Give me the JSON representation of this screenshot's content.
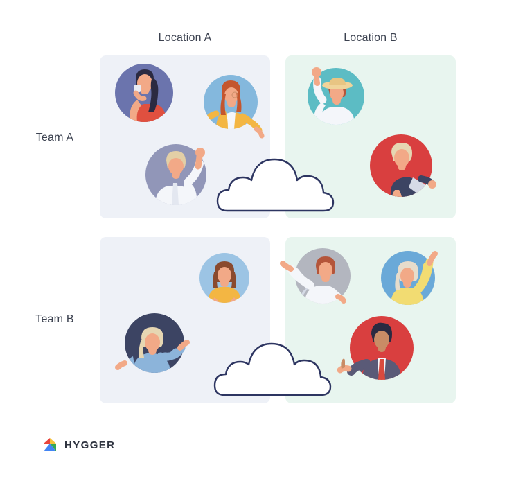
{
  "matrix": {
    "columns": [
      {
        "id": "location-a",
        "label": "Location A"
      },
      {
        "id": "location-b",
        "label": "Location B"
      }
    ],
    "rows": [
      {
        "id": "team-a",
        "label": "Team A"
      },
      {
        "id": "team-b",
        "label": "Team B"
      }
    ],
    "cells": [
      {
        "id": "team-a-location-a",
        "row": "Team A",
        "column": "Location A",
        "background": "#eef1f7",
        "avatars": [
          {
            "name": "woman-with-cup-avatar",
            "circle": "#6b74ad",
            "shirt": "#e0503f",
            "hair": "#2b2a41",
            "skin": "#f2a987"
          },
          {
            "name": "woman-yellow-cardigan-avatar",
            "circle": "#84b8dd",
            "shirt": "#f3b643",
            "hair": "#c4562e",
            "skin": "#f2a987"
          },
          {
            "name": "man-waving-white-shirt-avatar",
            "circle": "#9196b8",
            "shirt": "#eef1f7",
            "hair": "#e3cfa6",
            "skin": "#f2a987"
          }
        ]
      },
      {
        "id": "team-a-location-b",
        "row": "Team A",
        "column": "Location B",
        "background": "#e8f5ef",
        "avatars": [
          {
            "name": "woman-straw-hat-waving-avatar",
            "circle": "#5cbcc4",
            "shirt": "#f4f6fa",
            "hair": "#b4553a",
            "skin": "#f2a987"
          },
          {
            "name": "person-navy-shirt-avatar",
            "circle": "#d93f3f",
            "shirt": "#3c4463",
            "hair": "#e6d6b2",
            "skin": "#f2a987"
          }
        ]
      },
      {
        "id": "team-b-location-a",
        "row": "Team B",
        "column": "Location A",
        "background": "#eef1f7",
        "avatars": [
          {
            "name": "woman-yellow-top-avatar",
            "circle": "#9cc4e4",
            "shirt": "#f3b643",
            "hair": "#8a4a2e",
            "skin": "#f2a987"
          },
          {
            "name": "woman-arm-out-blue-avatar",
            "circle": "#3c4463",
            "shirt": "#8cb4da",
            "hair": "#e6d6b2",
            "skin": "#f2a987"
          }
        ]
      },
      {
        "id": "team-b-location-b",
        "row": "Team B",
        "column": "Location B",
        "background": "#e8f5ef",
        "avatars": [
          {
            "name": "man-pointing-avatar",
            "circle": "#b3b6bf",
            "shirt": "#f4f6fa",
            "hair": "#b4553a",
            "skin": "#f2a987"
          },
          {
            "name": "woman-arm-raised-yellow-avatar",
            "circle": "#6aa9d8",
            "shirt": "#f2dc72",
            "hair": "#e7dccb",
            "skin": "#f2a987"
          },
          {
            "name": "man-suit-thumbs-up-avatar",
            "circle": "#d93f3f",
            "shirt": "#5a5a77",
            "hair": "#2b2a41",
            "skin": "#c98c66"
          }
        ]
      }
    ],
    "clouds": [
      {
        "name": "cloud-team-a",
        "fill": "#ffffff",
        "stroke": "#2d3561"
      },
      {
        "name": "cloud-team-b",
        "fill": "#ffffff",
        "stroke": "#2d3561"
      }
    ]
  },
  "footer": {
    "logo_text": "HYGGER",
    "logo_colors": {
      "red": "#e8453c",
      "yellow": "#f5c13b",
      "green": "#34a853",
      "blue": "#4285f4"
    }
  },
  "theme": {
    "page_background": "#ffffff",
    "text_color": "#3c4250",
    "panel_blue": "#eef1f7",
    "panel_green": "#e8f5ef",
    "cloud_outline": "#2d3561"
  }
}
